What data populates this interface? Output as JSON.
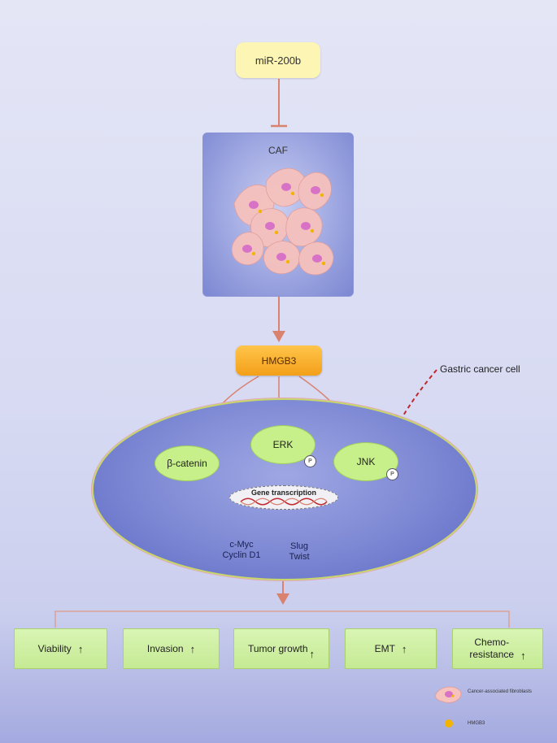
{
  "mirna": "miR-200b",
  "caf_label": "CAF",
  "hmgb3": "HMGB3",
  "gastric_label": "Gastric cancer cell",
  "pathways": [
    {
      "name": "β-catenin",
      "phospho": ""
    },
    {
      "name": "ERK",
      "phospho": "P"
    },
    {
      "name": "JNK",
      "phospho": "P"
    }
  ],
  "gene_transcription": "Gene transcription",
  "targets_left": [
    "c-Myc",
    "Cyclin D1"
  ],
  "targets_right": [
    "Slug",
    "Twist"
  ],
  "outcomes": [
    {
      "label": "Viability",
      "arrow": "↑"
    },
    {
      "label": "Invasion",
      "arrow": "↑"
    },
    {
      "label": "Tumor growth",
      "arrow": "↑"
    },
    {
      "label": "EMT",
      "arrow": "↑"
    },
    {
      "label": "Chemo-\nresistance",
      "arrow": "↑"
    }
  ],
  "legend": [
    {
      "label": "Cancer-associated fibroblasts",
      "icon": "fibroblast-icon"
    },
    {
      "label": "HMGB3",
      "icon": "hmgb3-dot-icon"
    }
  ],
  "colors": {
    "arrow": "#d9826f",
    "inhibition": "#d9826f",
    "dashed_pointer": "#c0282d",
    "node_fill": "#c8f08a",
    "hmgb3_fill": "#f7b12e",
    "mirna_fill": "#fdf5b3",
    "outcome_fill": "#cdeea0"
  }
}
